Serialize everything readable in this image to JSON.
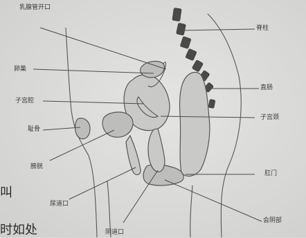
{
  "labels": {
    "ruxian": "乳腺管开口",
    "luanchao": "卵巢",
    "zigongqiang": "子宫腔",
    "chigu": "耻骨",
    "pangguang": "膀胱",
    "niaodao": "尿道口",
    "yindao": "阴道口",
    "jizhu": "脊柱",
    "zhichang": "直肠",
    "zigongjing": "子宫颈",
    "gangmen": "肛门",
    "huiyin": "会阴部"
  },
  "fragments": {
    "a": "叫",
    "b": "时如处"
  },
  "colors": {
    "background": "#d9d9d7",
    "line": "#4a4a4a",
    "organ": "#bdbdbb"
  }
}
